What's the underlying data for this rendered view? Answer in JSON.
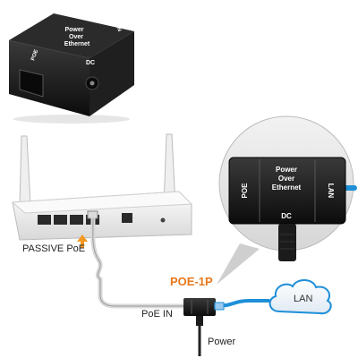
{
  "device": {
    "title_line1": "Power",
    "title_line2": "Over",
    "title_line3": "Ethernet",
    "port_poe": "POE",
    "port_lan": "LAN",
    "port_dc": "DC"
  },
  "labels": {
    "passive_poe": "PASSIVE PoE",
    "model": "POE-1P",
    "poe_in": "PoE IN",
    "lan": "LAN",
    "power": "Power"
  },
  "colors": {
    "accent": "#e7781c",
    "lan_cable": "#1e8fd8",
    "device_body": "#151515"
  }
}
